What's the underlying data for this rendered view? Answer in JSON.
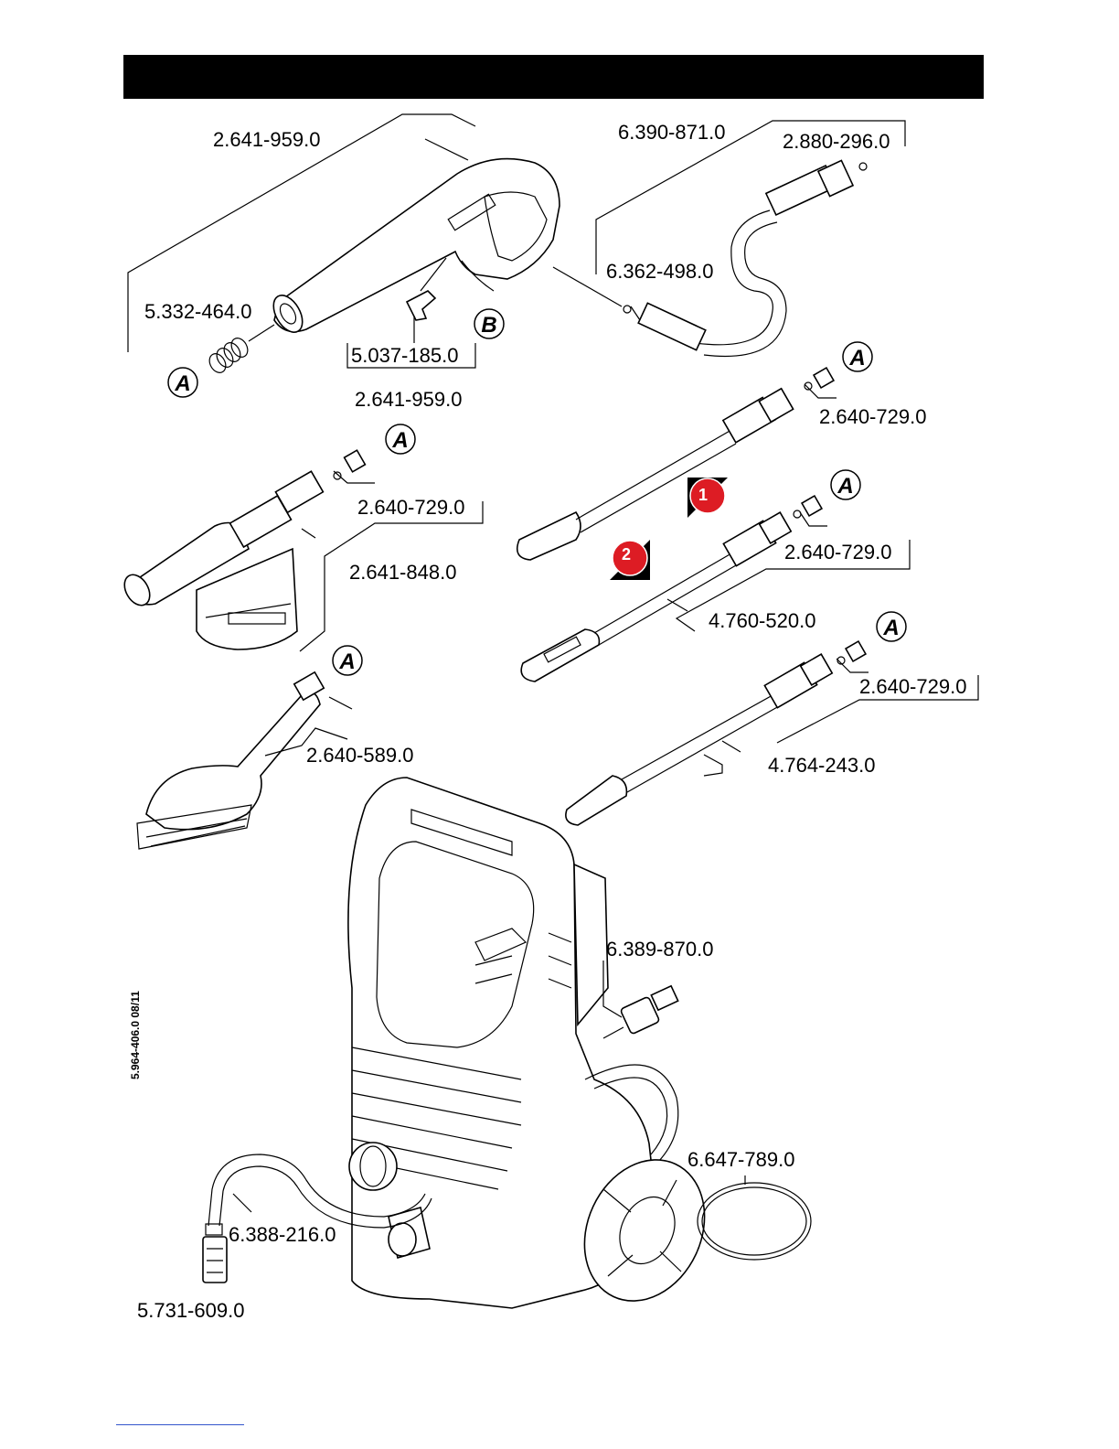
{
  "labels": {
    "gun_assembly": "2.641-959.0",
    "gun_repeat": "2.641-959.0",
    "hose_assembly": "6.390-871.0",
    "hose_nut_oring": "2.880-296.0",
    "gun_spring": "5.332-464.0",
    "gun_clip": "5.037-185.0",
    "hose_oring": "6.362-498.0",
    "nozzle_kit_1": "2.640-729.0",
    "nozzle_kit_2": "2.640-729.0",
    "nozzle_kit_3": "2.640-729.0",
    "nozzle_kit_4": "2.640-729.0",
    "foam_nozzle": "2.641-848.0",
    "vario_lance": "4.760-520.0",
    "wash_brush": "2.640-589.0",
    "dirt_blaster": "4.764-243.0",
    "water_connector": "6.389-870.0",
    "suction_hose": "6.388-216.0",
    "cable_strap": "6.647-789.0",
    "filter": "5.731-609.0"
  },
  "callouts": {
    "a": "A",
    "b": "B"
  },
  "badges": {
    "one": "1",
    "two": "2"
  },
  "doc_code": "5.964-406.0  08/11",
  "colors": {
    "header": "#000000",
    "badge_red": "#dd1c24"
  }
}
